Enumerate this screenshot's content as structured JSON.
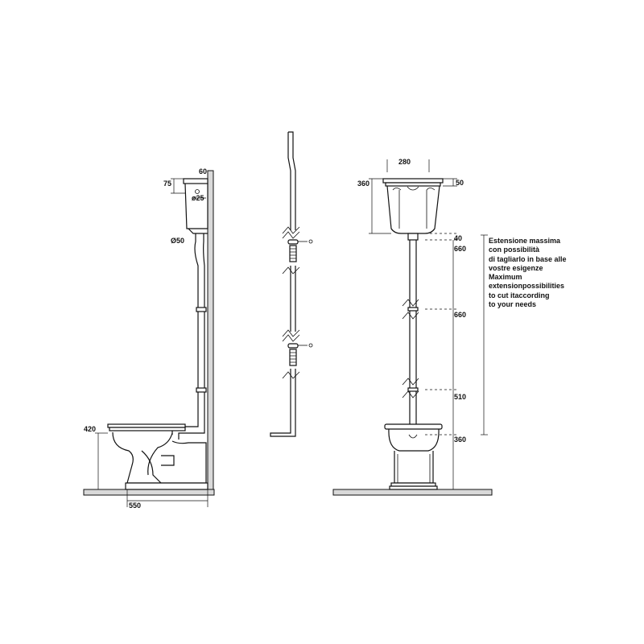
{
  "side_view": {
    "dim_top_offset": "60",
    "dim_cistern_rim": "75",
    "dim_inlet": "ø25",
    "dim_pipe": "Ø50",
    "dim_seat_height": "420",
    "dim_depth": "550"
  },
  "front_view": {
    "dim_width": "280",
    "dim_cistern_height": "360",
    "dim_lid": "50",
    "dim_gap": "40",
    "dim_segment_1": "660",
    "dim_segment_2": "660",
    "dim_segment_3": "510",
    "dim_bowl": "360"
  },
  "note": {
    "lines": [
      "Estensione massima",
      "con possibilità",
      "di tagliarlo in base alle",
      "vostre esigenze",
      "Maximum",
      "extensionpossibilities",
      "to cut itaccording",
      "to your needs"
    ]
  }
}
